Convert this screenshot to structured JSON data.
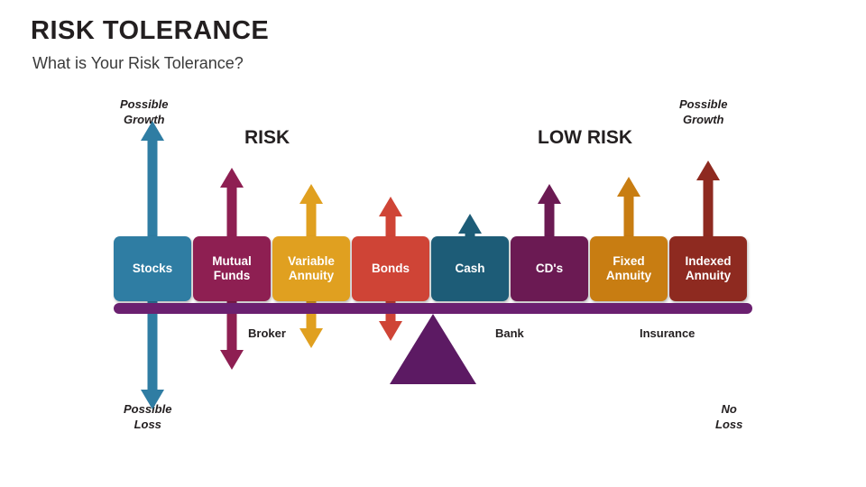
{
  "slide": {
    "title": "RISK TOLERANCE",
    "subtitle": "What is Your Risk Tolerance?",
    "background": "#ffffff"
  },
  "sections": [
    {
      "id": "risk",
      "label": "RISK"
    },
    {
      "id": "low-risk",
      "label": "LOW RISK"
    }
  ],
  "corner_labels": {
    "possible_growth_left": "Possible\nGrowth",
    "possible_growth_right": "Possible\nGrowth",
    "possible_loss_left": "Possible\nLoss",
    "no_loss_right": "No\nLoss"
  },
  "channels": [
    {
      "id": "broker",
      "label": "Broker"
    },
    {
      "id": "bank",
      "label": "Bank"
    },
    {
      "id": "insurance",
      "label": "Insurance"
    }
  ],
  "products": [
    {
      "id": "stocks",
      "label": "Stocks",
      "color": "#2f7da3",
      "up_height": 128,
      "down_height": 120
    },
    {
      "id": "mutual-funds",
      "label": "Mutual\nFunds",
      "color": "#8e1f52",
      "up_height": 76,
      "down_height": 76
    },
    {
      "id": "variable-annuity",
      "label": "Variable\nAnnuity",
      "color": "#e0a020",
      "up_height": 58,
      "down_height": 52
    },
    {
      "id": "bonds",
      "label": "Bonds",
      "color": "#cf4436",
      "up_height": 44,
      "down_height": 44
    },
    {
      "id": "cash",
      "label": "Cash",
      "color": "#1d5c77",
      "up_height": 25,
      "down_height": 0
    },
    {
      "id": "cds",
      "label": "CD's",
      "color": "#6b1a53",
      "up_height": 58,
      "down_height": 0
    },
    {
      "id": "fixed-annuity",
      "label": "Fixed\nAnnuity",
      "color": "#c87d12",
      "up_height": 66,
      "down_height": 0
    },
    {
      "id": "indexed-annuity",
      "label": "Indexed\nAnnuity",
      "color": "#8e2a20",
      "up_height": 84,
      "down_height": 0
    }
  ],
  "beam": {
    "color": "#6b2070"
  },
  "fulcrum": {
    "color": "#5c1a63"
  }
}
